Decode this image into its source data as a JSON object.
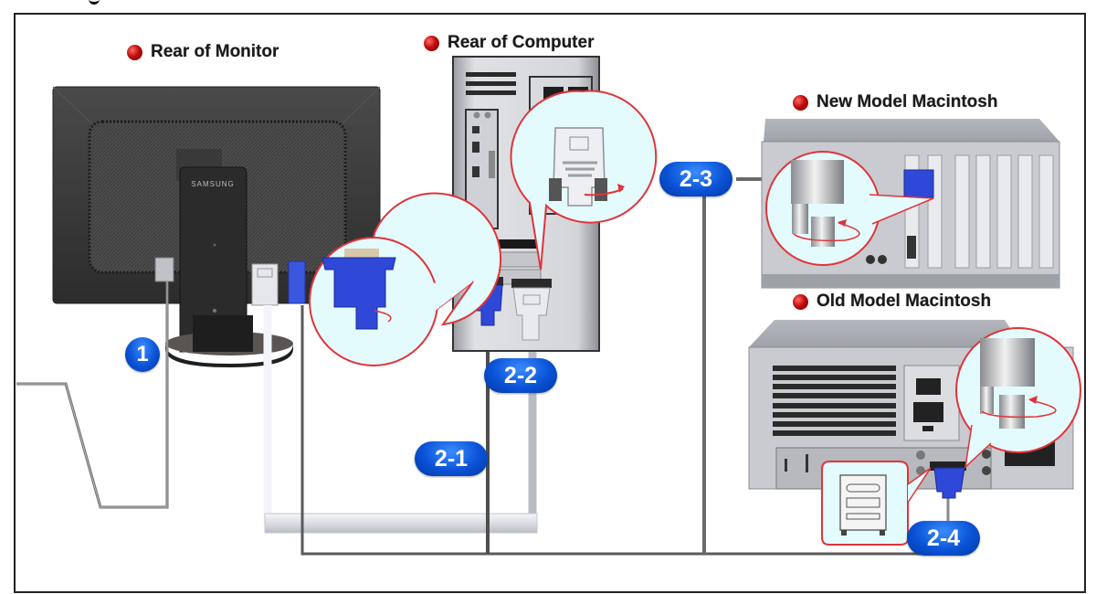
{
  "labels": {
    "rear_of_monitor": "Rear of Monitor",
    "rear_of_computer": "Rear of Computer",
    "new_model_mac": "New Model Macintosh",
    "old_model_mac": "Old Model Macintosh"
  },
  "monitor_brand": "SAMSUNG",
  "steps": {
    "step_1": "1",
    "step_2_1": "2-1",
    "step_2_2": "2-2",
    "step_2_3": "2-3",
    "step_2_4": "2-4"
  },
  "colors": {
    "frame": "#222222",
    "bullet_red": "#c10d0d",
    "badge_blue": "#0a53d6",
    "callout_fill": "#e4fbfd",
    "callout_stroke": "#e0343a",
    "vga_blue": "#2f48d8",
    "cable_dark": "#6e6e6e",
    "cable_light": "#d9dbe0",
    "monitor_body": "#3a3a3a",
    "case_gray": "#c9cbd0"
  }
}
